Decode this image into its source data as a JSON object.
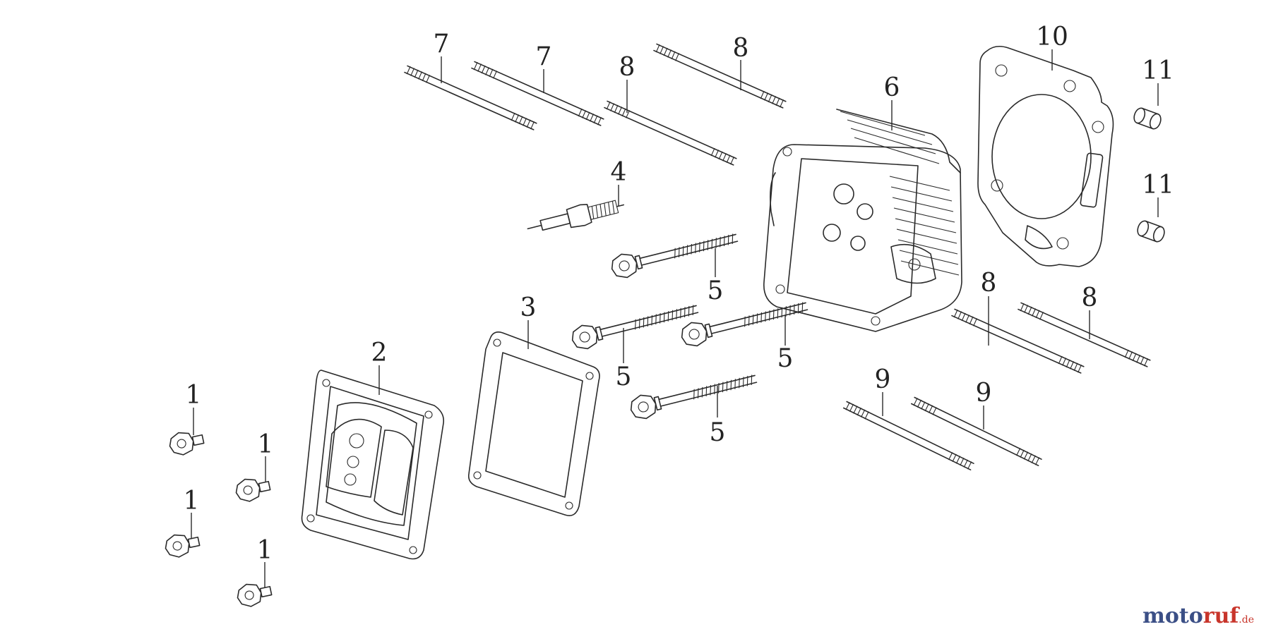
{
  "callouts": [
    {
      "id": "c1a",
      "label": "1"
    },
    {
      "id": "c1b",
      "label": "1"
    },
    {
      "id": "c1c",
      "label": "1"
    },
    {
      "id": "c1d",
      "label": "1"
    },
    {
      "id": "c2",
      "label": "2"
    },
    {
      "id": "c3",
      "label": "3"
    },
    {
      "id": "c4",
      "label": "4"
    },
    {
      "id": "c5a",
      "label": "5"
    },
    {
      "id": "c5b",
      "label": "5"
    },
    {
      "id": "c5c",
      "label": "5"
    },
    {
      "id": "c5d",
      "label": "5"
    },
    {
      "id": "c6",
      "label": "6"
    },
    {
      "id": "c7a",
      "label": "7"
    },
    {
      "id": "c7b",
      "label": "7"
    },
    {
      "id": "c8a",
      "label": "8"
    },
    {
      "id": "c8b",
      "label": "8"
    },
    {
      "id": "c8c",
      "label": "8"
    },
    {
      "id": "c8d",
      "label": "8"
    },
    {
      "id": "c9a",
      "label": "9"
    },
    {
      "id": "c9b",
      "label": "9"
    },
    {
      "id": "c10",
      "label": "10"
    },
    {
      "id": "c11a",
      "label": "11"
    },
    {
      "id": "c11b",
      "label": "11"
    }
  ],
  "watermark": {
    "part1": "moto",
    "part2": "ruf",
    "suffix": ".de"
  },
  "colors": {
    "line": "#2a2a2a",
    "brand_blue": "#3b4f86",
    "brand_red": "#c8352b"
  }
}
